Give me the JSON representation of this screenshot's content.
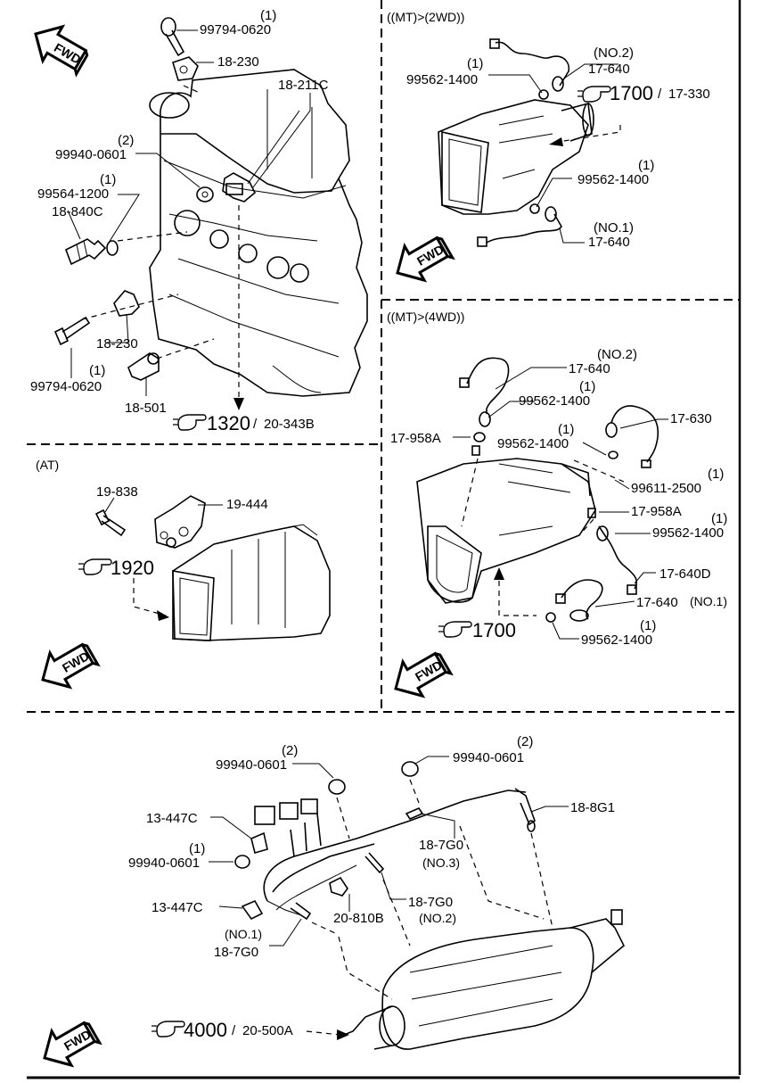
{
  "sections": {
    "mt_2wd": {
      "header": "((MT)>(2WD))"
    },
    "mt_4wd": {
      "header": "((MT)>(4WD))"
    },
    "at": {
      "header": "(AT)"
    }
  },
  "fwd": "FWD",
  "slash": "/",
  "labels": {
    "p99794_0620_top": "99794-0620",
    "q1_a": "(1)",
    "p18_230_top": "18-230",
    "p18_211C": "18-211C",
    "q2_a": "(2)",
    "p99940_0601_a": "99940-0601",
    "q1_b": "(1)",
    "p99564_1200": "99564-1200",
    "p18_840C": "18-840C",
    "p18_230_bot": "18-230",
    "q1_c": "(1)",
    "p99794_0620_bot": "99794-0620",
    "p18_501": "18-501",
    "ref1320": "1320",
    "ref20_343B": "20-343B",
    "no2_2wd": "(NO.2)",
    "p17_640_2wd_a": "17-640",
    "q1_d": "(1)",
    "p99562_1400_a": "99562-1400",
    "ref1700_2wd": "1700",
    "ref17_330": "17-330",
    "q1_e": "(1)",
    "p99562_1400_b": "99562-1400",
    "no1_2wd": "(NO.1)",
    "p17_640_2wd_b": "17-640",
    "p19_838": "19-838",
    "p19_444": "19-444",
    "ref1920": "1920",
    "no2_4wd": "(NO.2)",
    "p17_640_4wd_a": "17-640",
    "q1_f": "(1)",
    "p99562_1400_c": "99562-1400",
    "p17_958A_a": "17-958A",
    "p17_630": "17-630",
    "q1_g": "(1)",
    "p99562_1400_d": "99562-1400",
    "q1_h": "(1)",
    "p99611_2500": "99611-2500",
    "p17_958A_b": "17-958A",
    "q1_i": "(1)",
    "p99562_1400_e": "99562-1400",
    "p17_640D": "17-640D",
    "p17_640_no1": "17-640",
    "no1_4wd": "(NO.1)",
    "q1_j": "(1)",
    "p99562_1400_f": "99562-1400",
    "ref1700_4wd": "1700",
    "q2_b": "(2)",
    "p99940_0601_b": "99940-0601",
    "q2_c": "(2)",
    "p99940_0601_c": "99940-0601",
    "p13_447C_a": "13-447C",
    "p18_8G1": "18-8G1",
    "q1_k": "(1)",
    "p99940_0601_d": "99940-0601",
    "p18_7G0_a": "18-7G0",
    "no3": "(NO.3)",
    "p18_7G0_b": "18-7G0",
    "p13_447C_b": "13-447C",
    "p20_810B": "20-810B",
    "no2_ex": "(NO.2)",
    "no1_ex": "(NO.1)",
    "p18_7G0_c": "18-7G0",
    "ref4000": "4000",
    "ref20_500A": "20-500A"
  }
}
